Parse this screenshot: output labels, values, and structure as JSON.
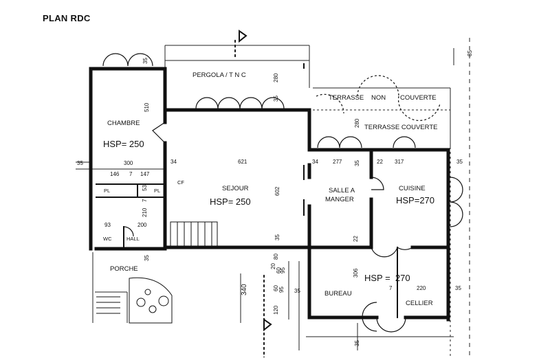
{
  "title": "PLAN RDC",
  "rooms": {
    "chambre": {
      "name": "CHAMBRE",
      "hsp": "HSP= 250"
    },
    "sejour": {
      "name": "SEJOUR",
      "hsp": "HSP= 250"
    },
    "salle": {
      "name_line1": "SALLE A",
      "name_line2": "MANGER"
    },
    "cuisine": {
      "name": "CUISINE",
      "hsp": "HSP=270"
    },
    "bureau": {
      "name": "BUREAU",
      "hsp": "HSP =  270"
    },
    "cellier": {
      "name": "CELLIER"
    },
    "porche": {
      "name": "PORCHE"
    },
    "wc": {
      "name": "WC"
    },
    "hall": {
      "name": "HALL"
    },
    "pergola": {
      "name": "PERGOLA / T N C"
    },
    "terrasse_non": {
      "w1": "TERRASSE",
      "w2": "NON",
      "w3": "COUVERTE"
    },
    "terrasse_couverte": {
      "name": "TERRASSE COUVERTE"
    }
  },
  "labels": {
    "pl1": "PL",
    "pl2": "PL",
    "cf": "CF"
  },
  "dims": {
    "d35_top_chambre": "35",
    "d510": "510",
    "d300": "300",
    "d35_left": "35",
    "d146": "146",
    "d7": "7",
    "d147": "147",
    "d53": "53",
    "d7b": "7",
    "d210": "210",
    "d93": "93",
    "d200": "200",
    "d35_porche": "35",
    "d34a": "34",
    "d621": "621",
    "d602": "602",
    "d280a": "280",
    "d35_pergola": "35",
    "d280b": "280",
    "d34b": "34",
    "d277": "277",
    "d35_salle": "35",
    "d22a": "22",
    "d317": "317",
    "d35_right": "35",
    "d22b": "22",
    "d35_sejour_bottom": "35",
    "d340": "340",
    "d20": "20",
    "d60a": "60",
    "d80": "80",
    "d60b": "60",
    "d95a": "95",
    "d95b": "95",
    "d35_bureau": "35",
    "d120": "120",
    "d306": "306",
    "d7c": "7",
    "d220": "220",
    "d35_cellier": "35",
    "d35_bottom": "35",
    "d85": "85"
  }
}
